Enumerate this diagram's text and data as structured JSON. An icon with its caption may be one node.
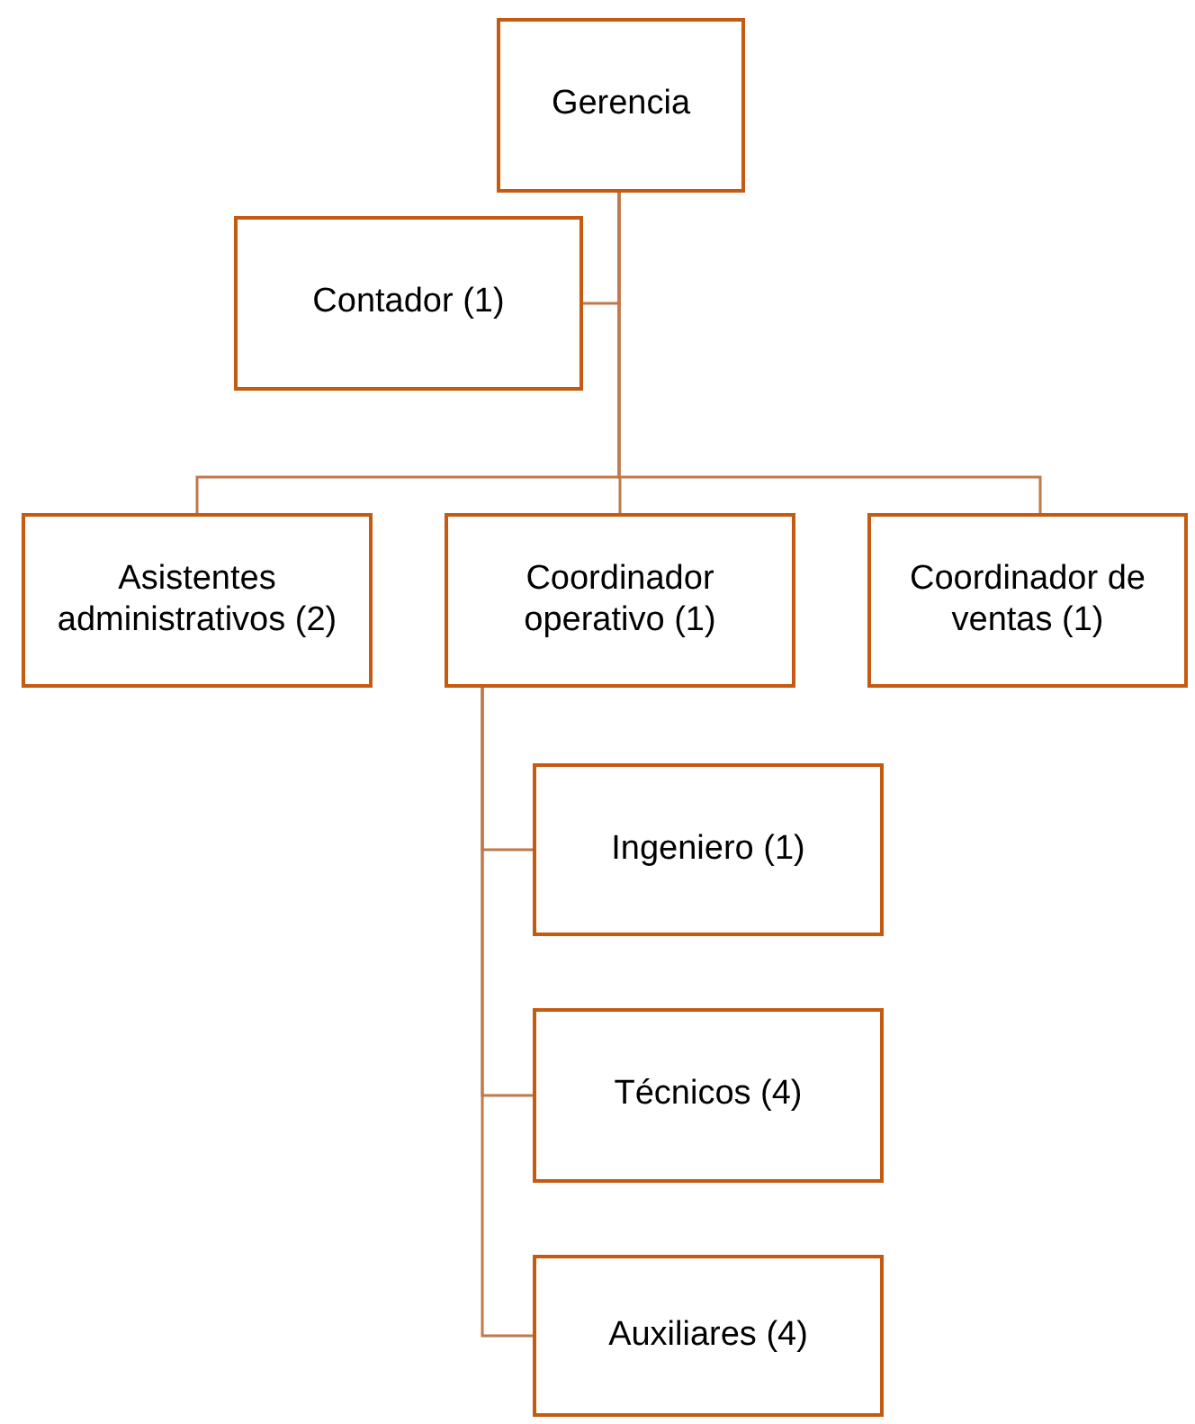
{
  "diagram": {
    "nodes": [
      {
        "text": [
          "Gerencia"
        ]
      },
      {
        "text": [
          "Contador (1)"
        ]
      },
      {
        "text": [
          "Asistentes administrativos (2)"
        ]
      },
      {
        "text": [
          "Coordinador operativo (1)"
        ]
      },
      {
        "text": [
          "Coordinador de ventas (1)"
        ]
      },
      {
        "text": [
          "Ingeniero (1)"
        ]
      },
      {
        "text": [
          "Técnicos (4)"
        ]
      },
      {
        "text": [
          "Auxiliares (4)"
        ]
      }
    ],
    "edges": [
      {
        "from": 0,
        "to": 1,
        "arrow": "none"
      },
      {
        "from": 0,
        "to": 2,
        "arrow": "none"
      },
      {
        "from": 0,
        "to": 3,
        "arrow": "none"
      },
      {
        "from": 0,
        "to": 4,
        "arrow": "none"
      },
      {
        "from": 3,
        "to": 5,
        "arrow": "none"
      },
      {
        "from": 3,
        "to": 6,
        "arrow": "none"
      },
      {
        "from": 3,
        "to": 7,
        "arrow": "none"
      }
    ]
  }
}
